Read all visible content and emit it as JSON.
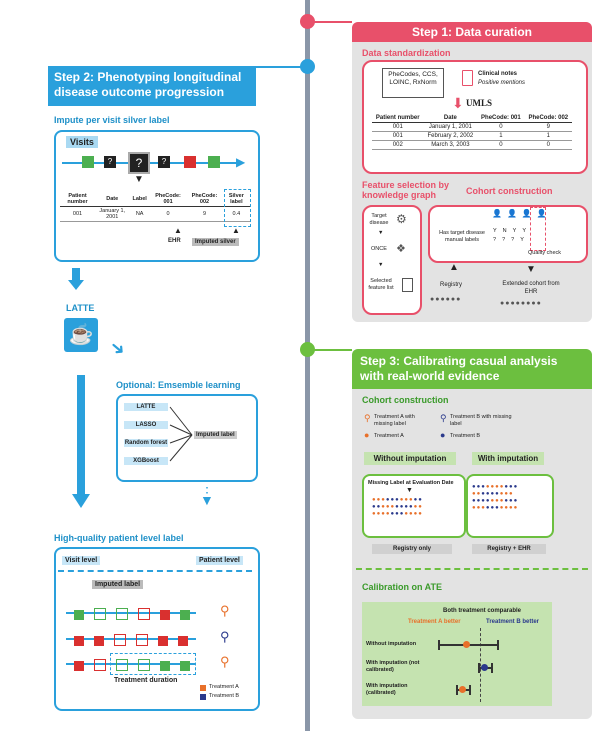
{
  "colors": {
    "red": "#e8506a",
    "blue": "#2aa0dc",
    "green": "#6cbf3f",
    "gray": "#d9d9d9"
  },
  "step1": {
    "title": "Step 1: Data curation",
    "standardization": "Data standardization",
    "codes": "PheCodes, CCS, LOINC, RxNorm",
    "notes": "Clinical notes",
    "positive": "Positive mentions",
    "umls": "UMLS",
    "table": {
      "headers": [
        "Patient number",
        "Date",
        "PheCode: 001",
        "PheCode: 002"
      ],
      "rows": [
        [
          "001",
          "January 1, 2001",
          "0",
          "9"
        ],
        [
          "001",
          "February 2, 2002",
          "1",
          "1"
        ],
        [
          "002",
          "March 3, 2003",
          "0",
          "0"
        ]
      ]
    },
    "feature_selection": "Feature selection by knowledge graph",
    "cohort_construction": "Cohort construction",
    "target_disease": "Target disease",
    "once": "ONCE",
    "selected_list": "Selected feature list",
    "has_target": "Has target disease manual labels",
    "labels_row1": [
      "Y",
      "N",
      "Y",
      "Y"
    ],
    "labels_row2": [
      "?",
      "?",
      "?",
      "Y"
    ],
    "quality": "Quality check",
    "registry": "Registry",
    "extended": "Extended cohort from EHR"
  },
  "step2": {
    "title": "Step 2: Phenotyping longitudinal disease outcome progression",
    "impute": "Impute per visit silver label",
    "visits": "Visits",
    "table": {
      "headers": [
        "Patient number",
        "Date",
        "Label",
        "PheCode: 001",
        "PheCode: 002",
        "Silver label"
      ],
      "rows": [
        [
          "001",
          "January 1, 2001",
          "NA",
          "0",
          "9",
          "0.4"
        ]
      ]
    },
    "ehr": "EHR",
    "imputed_silver": "Imputed silver",
    "latte": "LATTE",
    "optional": "Optional: Emsemble learning",
    "models": [
      "LATTE",
      "LASSO",
      "Random forest",
      "XGBoost"
    ],
    "imputed_label": "Imputed label",
    "hq": "High-quality patient level label",
    "visit_level": "Visit level",
    "patient_level": "Patient level",
    "imputed_label2": "Imputed label",
    "treatment_duration": "Treatment duration",
    "treatment_a": "Treatment A",
    "treatment_b": "Treatment B"
  },
  "step3": {
    "title": "Step 3: Calibrating casual analysis with real-world evidence",
    "cohort": "Cohort construction",
    "legend": [
      "Treatment A with missing label",
      "Treatment B with missing label",
      "Treatment A",
      "Treatment B"
    ],
    "without": "Without imputation",
    "with": "With imputation",
    "missing_label": "Missing Label at Evaluation Date",
    "registry_only": "Registry only",
    "registry_ehr": "Registry + EHR",
    "calibration": "Calibration on ATE",
    "both": "Both treatment comparable",
    "a_better": "Treatment A better",
    "b_better": "Treatment B better",
    "rows": [
      "Without imputation",
      "With imputation (not calibrated)",
      "With imputation (calibrated)"
    ]
  }
}
